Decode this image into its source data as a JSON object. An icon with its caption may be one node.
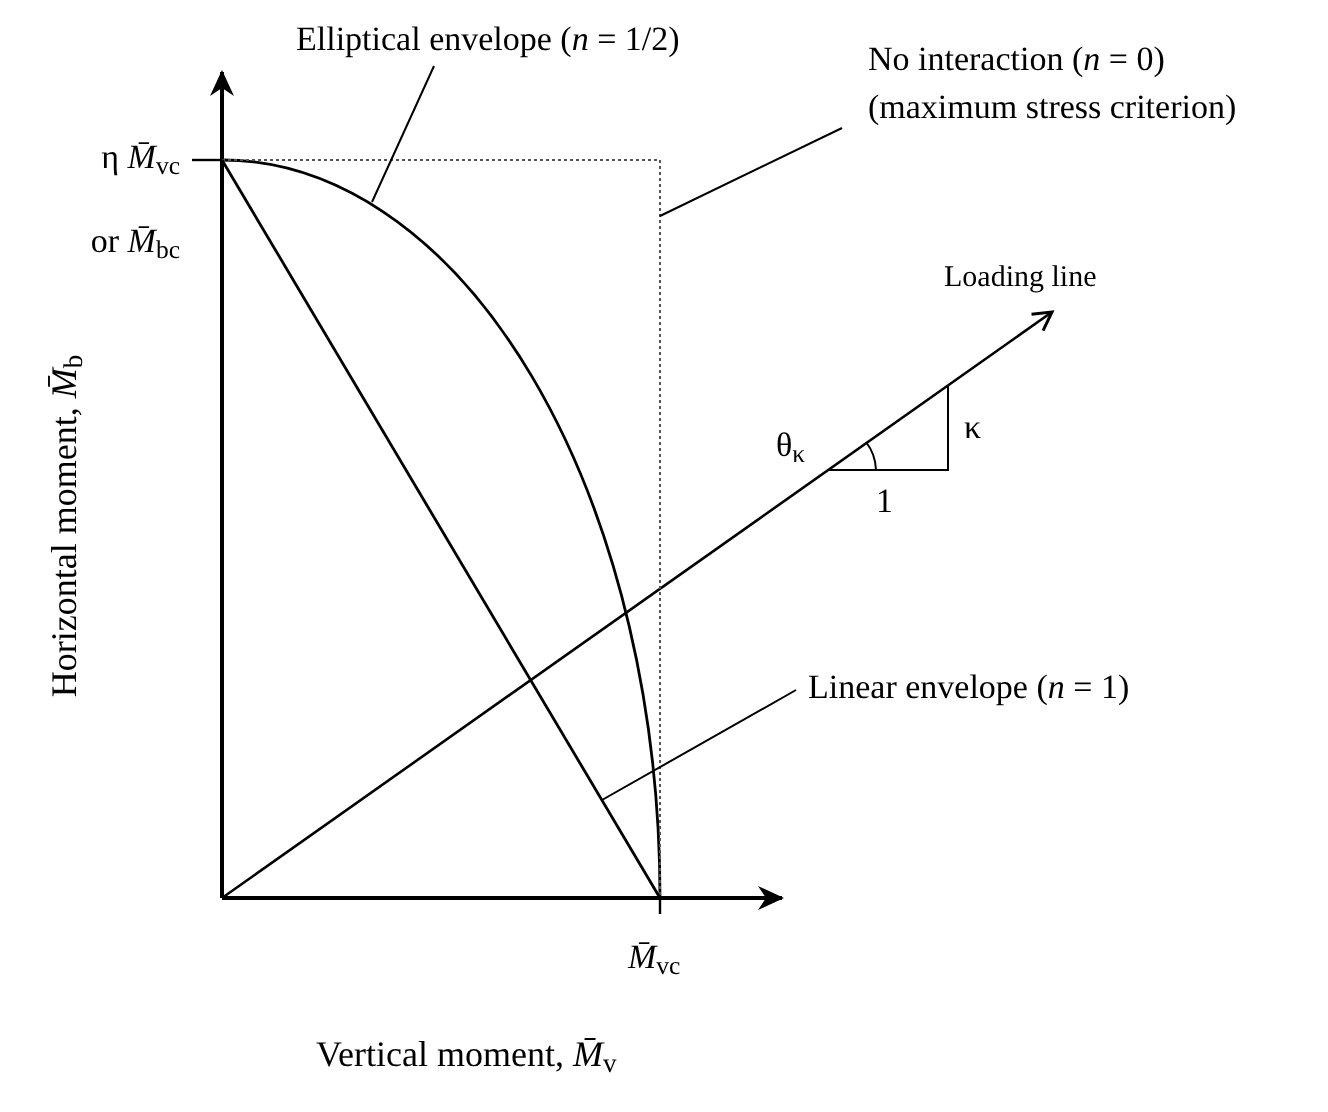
{
  "diagram": {
    "nodes": [
      {
        "text": [
          "Elliptical envelope (*n* = 1/2)"
        ]
      },
      {
        "text": [],
        "shape": "curve"
      },
      {
        "text": [
          "No interaction (*n* = 0)",
          "(maximum stress criterion)"
        ]
      },
      {
        "text": [],
        "shape": "line"
      },
      {
        "text": [
          "Linear envelope (*n* = 1)"
        ]
      },
      {
        "text": [],
        "shape": "line"
      }
    ],
    "edges": [
      {
        "from": 0,
        "to": 1,
        "arrow": "none"
      },
      {
        "from": 2,
        "to": 3,
        "arrow": "none"
      },
      {
        "from": 4,
        "to": 5,
        "arrow": "none"
      }
    ],
    "labels": [
      "η *M̄*$_{vc}$",
      "or *M̄*$_{bc}$",
      "Horizontal moment, *M̄*$_{b}$",
      "Loading line",
      "θ$_{κ}$",
      "κ",
      "1",
      "*M̄*$_{vc}$",
      "Vertical moment, *M̄*$_{v}$"
    ]
  }
}
